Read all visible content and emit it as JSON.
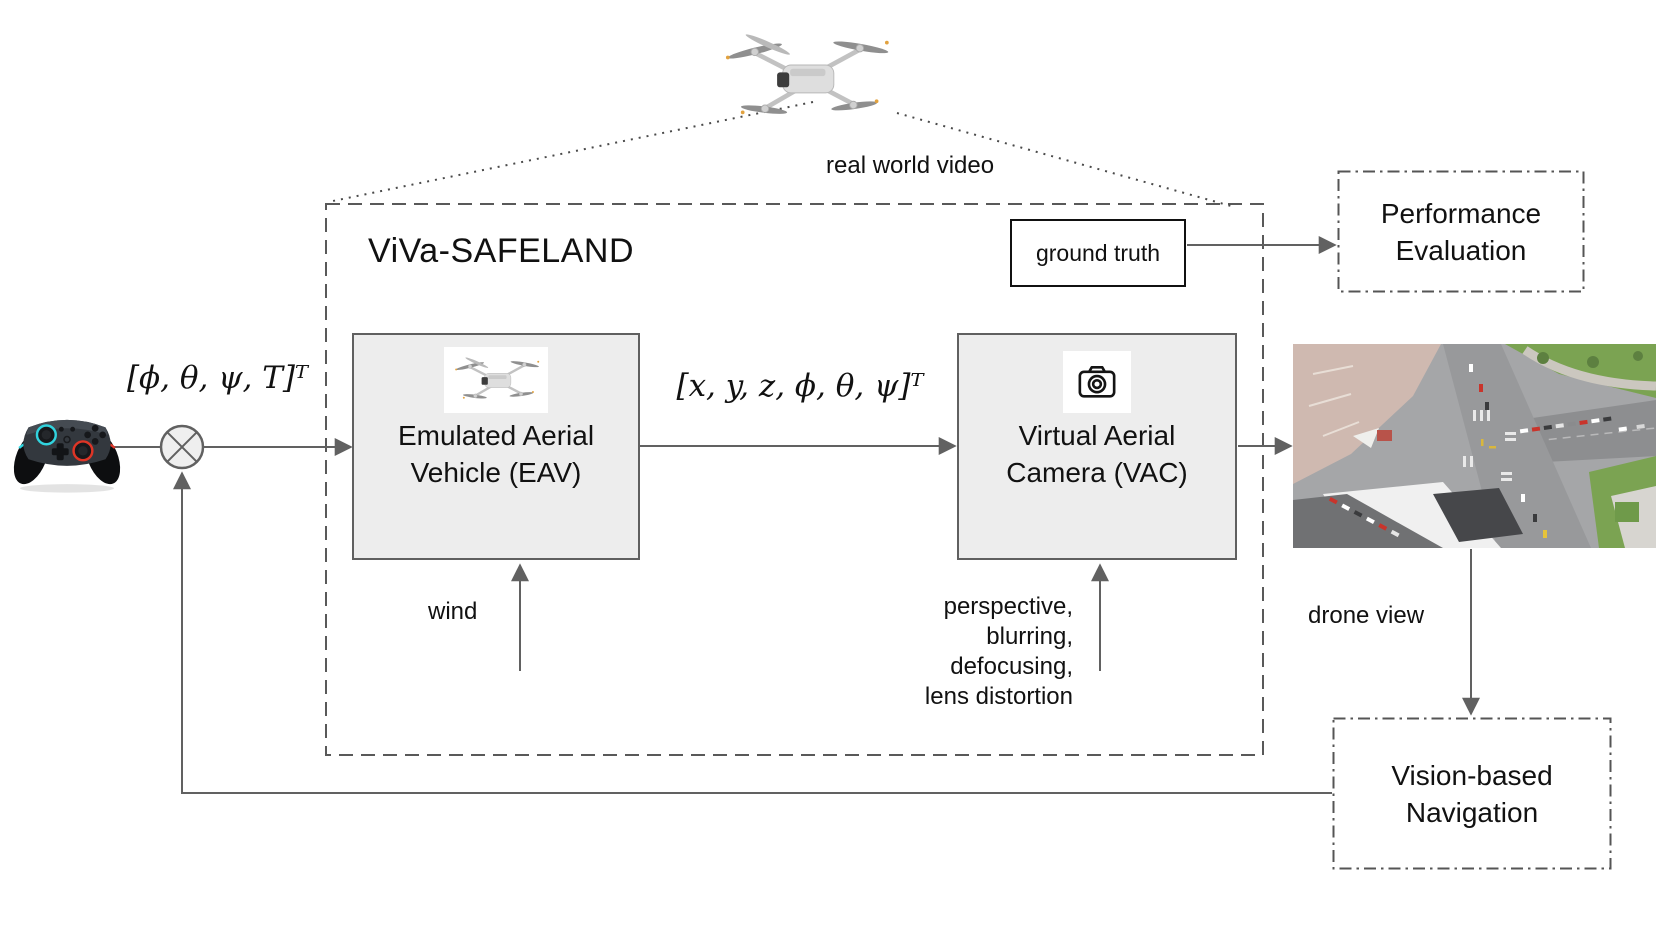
{
  "figure": {
    "system_title": "ViVa-SAFELAND",
    "labels": {
      "real_world_video": "real world video",
      "input_vector": "[ϕ, θ, ψ, T]ᵀ",
      "state_vector": "[x, y, z, ϕ, θ, ψ]ᵀ",
      "wind": "wind",
      "camera_effects": "perspective,\nblurring,\ndefocusing,\nlens distortion",
      "drone_view": "drone view"
    },
    "nodes": {
      "ground_truth": "ground truth",
      "performance_evaluation": "Performance\nEvaluation",
      "eav": "Emulated Aerial\nVehicle (EAV)",
      "vac": "Virtual Aerial\nCamera (VAC)",
      "vision_based_navigation": "Vision-based\nNavigation"
    },
    "icons": {
      "top": "drone-photo",
      "eav": "drone-photo-small",
      "vac": "camera-icon",
      "input_device": "game-controller-photo",
      "junction": "multiply-junction-icon",
      "output": "drone-view-aerial-photo"
    },
    "colors": {
      "node_fill": "#ededed",
      "node_border": "#606060",
      "connector": "#616161",
      "dashed_boundary": "#595959",
      "text": "#111111",
      "controller_accent_left": "#2fd9e4",
      "controller_accent_right": "#e2382b"
    }
  }
}
